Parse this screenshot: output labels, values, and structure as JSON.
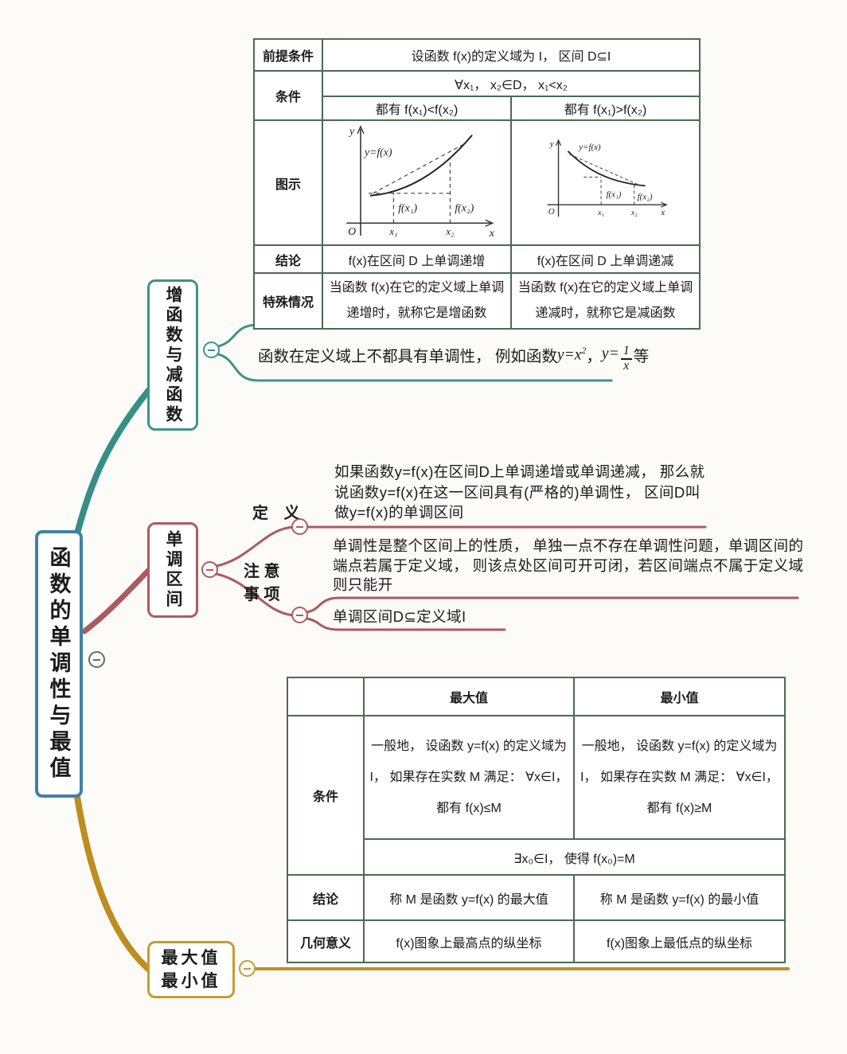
{
  "root": {
    "title": "函数的单调性与最值"
  },
  "icons": {
    "collapse": "minus-icon"
  },
  "colors": {
    "root_border": "#3e83a4",
    "inc_dec": "#3f938b",
    "mono_interval": "#ad5a62",
    "max_min": "#c59b33",
    "table_border": "#4a6b50",
    "root_collapse": "#6a6a6a"
  },
  "inc_dec": {
    "label": "增函数与减函数",
    "table": {
      "premise_label": "前提条件",
      "premise": "设函数 f(x)的定义域为 I， 区间 D⊆I",
      "condition_label": "条件",
      "condition_all": "∀x₁， x₂∈D， x₁<x₂",
      "condition_inc": "都有 f(x₁)<f(x₂)",
      "condition_dec": "都有 f(x₁)>f(x₂)",
      "graph_label": "图示",
      "conclusion_label": "结论",
      "conclusion_inc": "f(x)在区间 D 上单调递增",
      "conclusion_dec": "f(x)在区间 D 上单调递减",
      "special_label": "特殊情况",
      "special_inc": "当函数 f(x)在它的定义域上单调递增时，就称它是增函数",
      "special_dec": "当函数 f(x)在它的定义域上单调递减时，就称它是减函数"
    },
    "graph_inc": {
      "y": "y",
      "curve": "y=f(x)",
      "fx1": "f(x₁)",
      "fx2": "f(x₂)",
      "origin": "O",
      "x1": "x₁",
      "x2": "x₂",
      "x": "x"
    },
    "graph_dec": {
      "y": "y",
      "curve": "y=f(x)",
      "fx1": "f(x₁)",
      "fx2": "f(x₂)",
      "origin": "O",
      "x1": "x₁",
      "x2": "x₂",
      "x": "x"
    },
    "note": {
      "text1": "函数在定义域上不都具有单调性， 例如函数 ",
      "f1_base": "y=x",
      "f1_sup": "2",
      "sep": "， ",
      "f2_base": "y=",
      "frac_num": "1",
      "frac_den": "x",
      "suffix": "等"
    }
  },
  "mono_interval": {
    "label": "单调区间",
    "definition_label": "定 义",
    "definition_text": "如果函数y=f(x)在区间D上单调递增或单调递减， 那么就说函数y=f(x)在这一区间具有(严格的)单调性， 区间D叫做y=f(x)的单调区间",
    "notes_label_line1": "注 意",
    "notes_label_line2": "事 项",
    "note1": "单调性是整个区间上的性质， 单独一点不存在单调性问题，单调区间的端点若属于定义域， 则该点处区间可开可闭，若区间端点不属于定义域则只能开",
    "note2": "单调区间D⊆定义域I"
  },
  "max_min": {
    "label_line1": "最大值",
    "label_line2": "最小值",
    "table": {
      "col_max": "最大值",
      "col_min": "最小值",
      "condition_label": "条件",
      "condition_max": "一般地， 设函数 y=f(x) 的定义域为 I， 如果存在实数 M 满足： ∀x∈I， 都有 f(x)≤M",
      "condition_min": "一般地， 设函数 y=f(x) 的定义域为 I， 如果存在实数 M 满足： ∀x∈I， 都有 f(x)≥M",
      "exists": "∃x₀∈I， 使得 f(x₀)=M",
      "conclusion_label": "结论",
      "conclusion_max": "称 M 是函数 y=f(x) 的最大值",
      "conclusion_min": "称 M 是函数 y=f(x) 的最小值",
      "geometry_label": "几何意义",
      "geometry_max": "f(x)图象上最高点的纵坐标",
      "geometry_min": "f(x)图象上最低点的纵坐标"
    }
  }
}
